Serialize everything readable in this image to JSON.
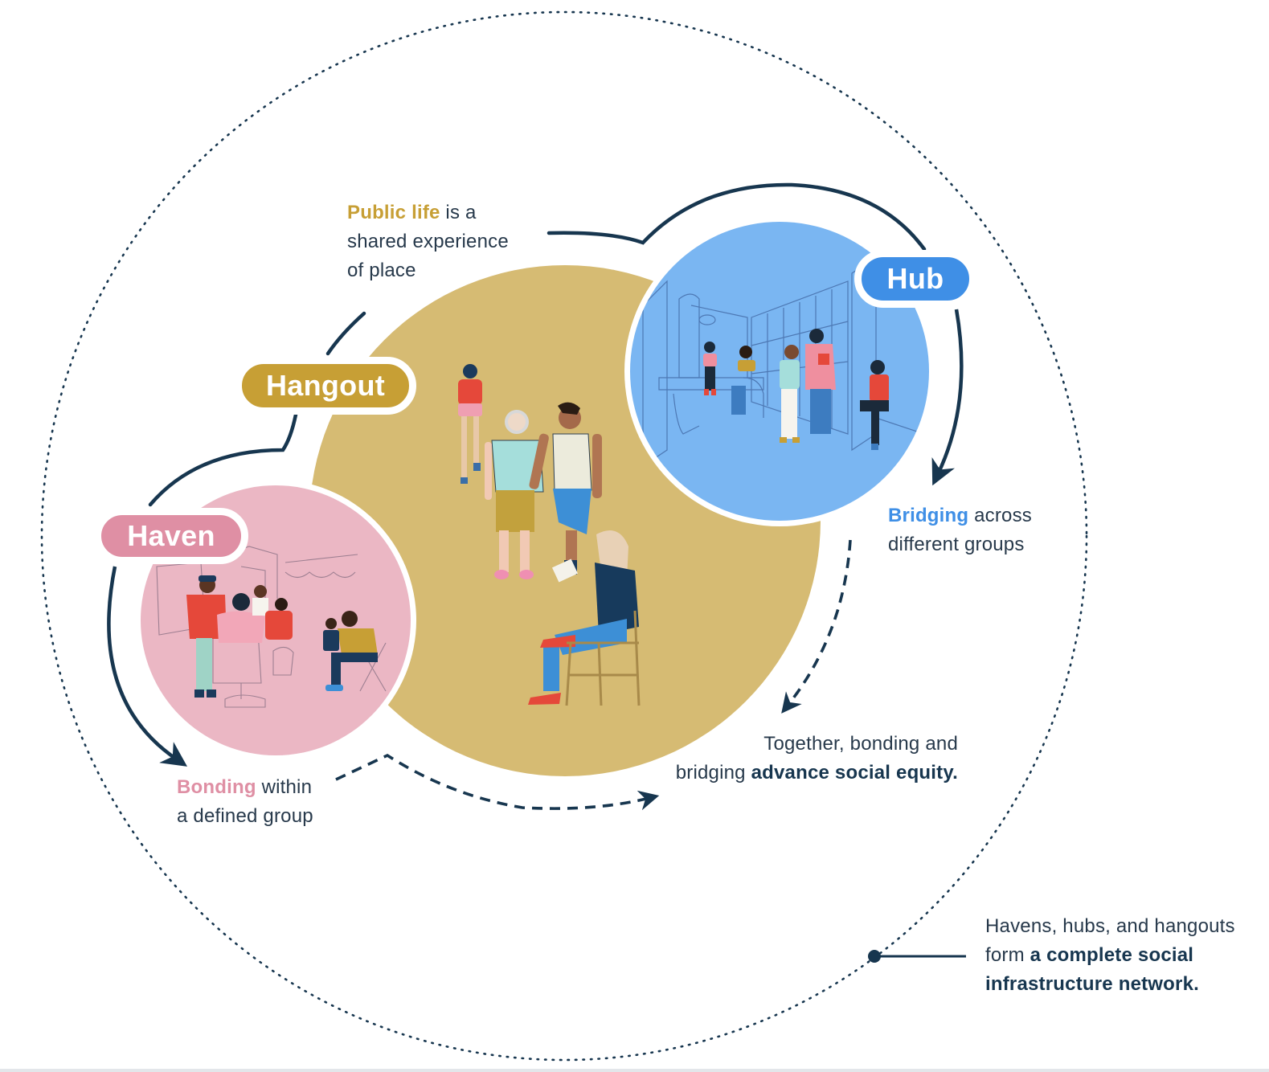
{
  "colors": {
    "navy": "#17364f",
    "hangout": "#d6bb73",
    "hangout_label": "#c79f35",
    "hub": "#7ab6f2",
    "hub_label": "#3f8fe6",
    "haven": "#ebb7c4",
    "haven_label": "#df8fa4",
    "body_text": "#27394b"
  },
  "labels": {
    "hangout": "Hangout",
    "hub": "Hub",
    "haven": "Haven"
  },
  "captions": {
    "public_life": {
      "highlight": "Public life",
      "rest_line1": " is a",
      "line2": "shared experience",
      "line3": "of place"
    },
    "bridging": {
      "highlight": "Bridging",
      "rest_line1": " across",
      "line2": "different groups"
    },
    "bonding": {
      "highlight": "Bonding",
      "rest_line1": " within",
      "line2": "a defined group"
    },
    "together": {
      "line1": "Together, bonding and",
      "line2_plain": "bridging ",
      "line2_bold": "advance social equity."
    },
    "network": {
      "line1": "Havens, hubs, and hangouts",
      "line2_plain": "form ",
      "line2_bold": "a complete social",
      "line3_bold": "infrastructure network."
    }
  },
  "illustrations": {
    "hangout": "people-walking-and-reading-outdoors",
    "hub": "people-gathering-in-library",
    "haven": "barbershop-scene"
  }
}
